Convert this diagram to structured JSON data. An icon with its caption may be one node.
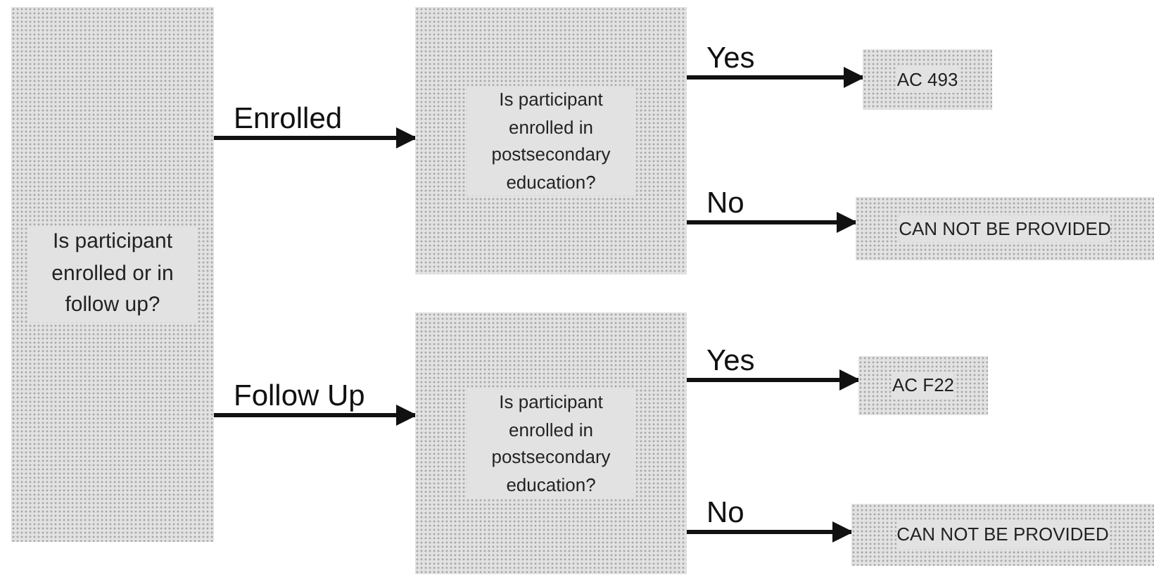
{
  "diagram": {
    "nodes": [
      {
        "text": [
          "Is participant enrolled or in follow up?"
        ]
      },
      {
        "text": [
          "Is participant enrolled in postsecondary education?"
        ]
      },
      {
        "text": [
          "Is participant enrolled in postsecondary education?"
        ]
      },
      {
        "text": [
          "AC 493"
        ]
      },
      {
        "text": [
          "CAN NOT BE PROVIDED"
        ]
      },
      {
        "text": [
          "AC F22"
        ]
      },
      {
        "text": [
          "CAN NOT BE PROVIDED"
        ]
      }
    ],
    "edges": [
      {
        "from": 0,
        "to": 1,
        "arrow": "to",
        "label": "Enrolled"
      },
      {
        "from": 0,
        "to": 2,
        "arrow": "to",
        "label": "Follow Up"
      },
      {
        "from": 1,
        "to": 3,
        "arrow": "to",
        "label": "Yes"
      },
      {
        "from": 1,
        "to": 4,
        "arrow": "to",
        "label": "No"
      },
      {
        "from": 2,
        "to": 5,
        "arrow": "to",
        "label": "Yes"
      },
      {
        "from": 2,
        "to": 6,
        "arrow": "to",
        "label": "No"
      }
    ]
  }
}
